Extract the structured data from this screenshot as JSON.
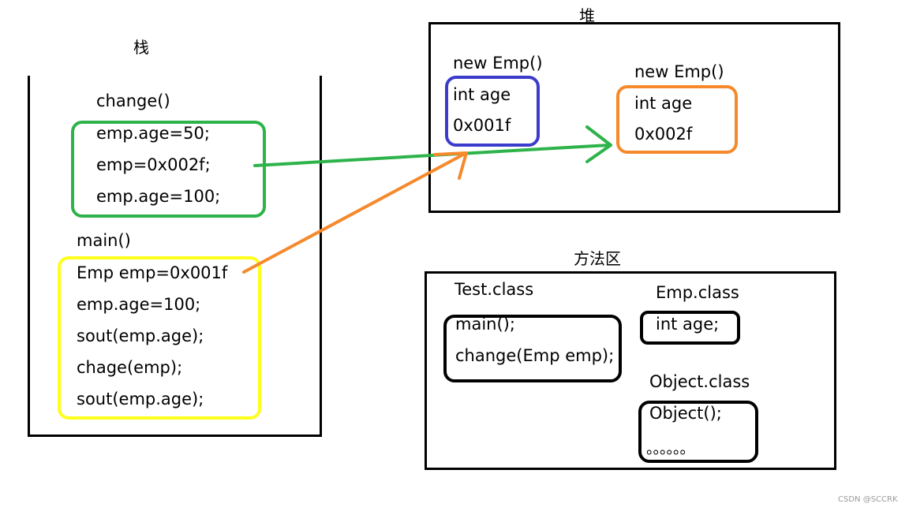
{
  "colors": {
    "green": "#2db34a",
    "yellow": "#ffff1a",
    "blue": "#3b3bcc",
    "orange": "#f5892c",
    "black": "#000000"
  },
  "stack": {
    "title": "栈",
    "change_frame": {
      "method": "change()",
      "lines": [
        "emp.age=50;",
        "emp=0x002f;",
        "emp.age=100;"
      ]
    },
    "main_frame": {
      "method": "main()",
      "lines": [
        "Emp emp=0x001f",
        "emp.age=100;",
        "sout(emp.age);",
        "chage(emp);",
        "sout(emp.age);"
      ]
    }
  },
  "heap": {
    "title": "堆",
    "objects": [
      {
        "header": "new Emp()",
        "lines": [
          "int age",
          "0x001f"
        ]
      },
      {
        "header": "new Emp()",
        "lines": [
          "int age",
          "0x002f"
        ]
      }
    ]
  },
  "method_area": {
    "title": "方法区",
    "test_class": {
      "title": "Test.class",
      "lines": [
        "main();",
        "change(Emp emp);"
      ]
    },
    "emp_class": {
      "title": "Emp.class",
      "lines": [
        "int age;"
      ]
    },
    "object_class": {
      "title": "Object.class",
      "lines": [
        "Object();",
        "。。。。。。"
      ]
    }
  },
  "watermark": "CSDN @SCCRK"
}
